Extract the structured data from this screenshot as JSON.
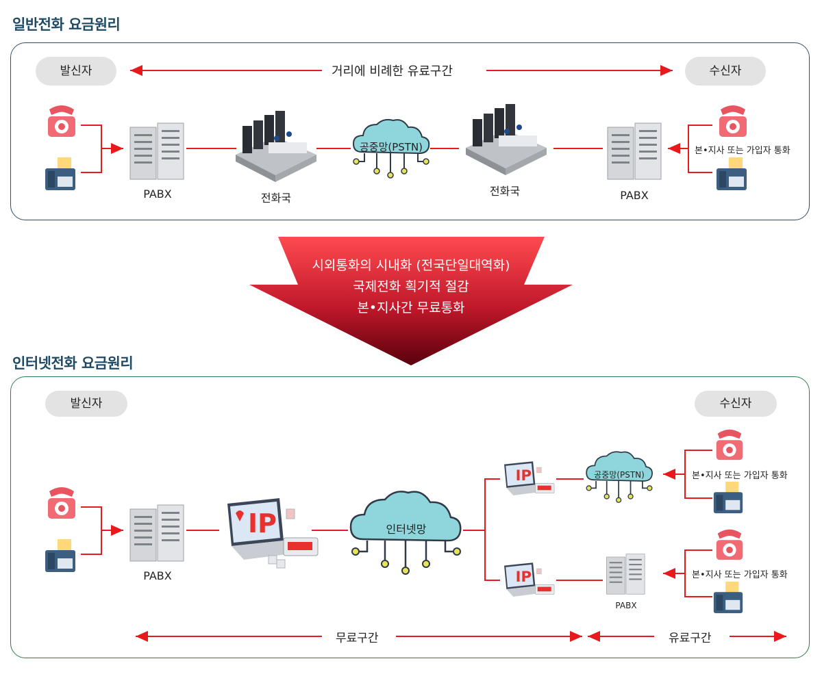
{
  "top": {
    "title": "일반전화 요금원리",
    "sender": "발신자",
    "receiver": "수신자",
    "distance_label": "거리에 비례한 유료구간",
    "pabx_left": "PABX",
    "exchange_left": "전화국",
    "pstn": "공중망(PSTN)",
    "exchange_right": "전화국",
    "pabx_right": "PABX",
    "branch_label": "본•지사 또는 가입자 통화"
  },
  "middle": {
    "line1": "시외통화의 시내화 (전국단일대역화)",
    "line2": "국제전화 획기적 절감",
    "line3": "본•지사간 무료통화"
  },
  "bottom": {
    "title": "인터넷전화 요금원리",
    "sender": "발신자",
    "receiver": "수신자",
    "pabx_left": "PABX",
    "internet": "인터넷망",
    "pstn": "공중망(PSTN)",
    "pabx_right": "PABX",
    "branch_label_1": "본•지사 또는 가입자 통화",
    "branch_label_2": "본•지사 또는 가입자 통화",
    "free_label": "무료구간",
    "paid_label": "유료구간"
  },
  "colors": {
    "line": "#e8191c",
    "cloud": "#8fd6dc",
    "arrow_top": "#ff4a50",
    "arrow_bottom": "#5a000c"
  },
  "icons": [
    "telephone-icon",
    "fax-icon",
    "server-icon",
    "exchange-office-icon",
    "cloud-network-icon",
    "ip-laptop-icon"
  ]
}
